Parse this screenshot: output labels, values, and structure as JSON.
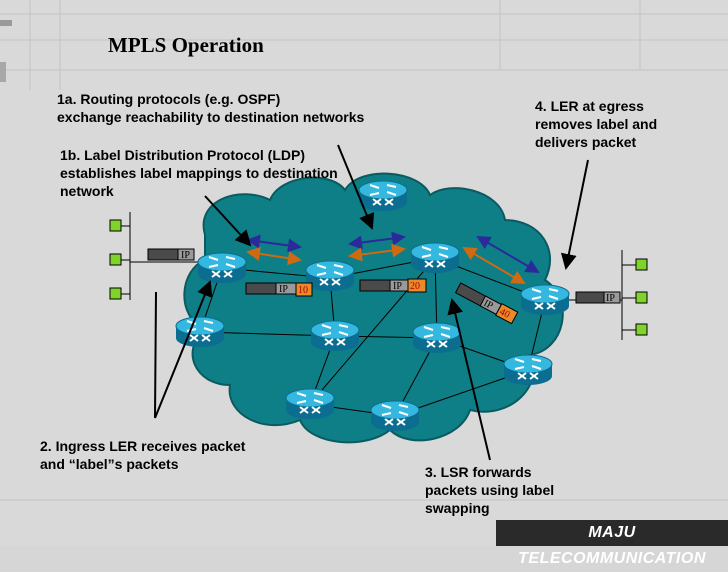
{
  "slide": {
    "title": "MPLS Operation",
    "step1a_line1": "1a.  Routing protocols (e.g. OSPF)",
    "step1a_line2": "exchange reachability to destination networks",
    "step1b_line1": "1b. Label Distribution Protocol (LDP)",
    "step1b_line2": "establishes label mappings to destination",
    "step1b_line3": "network",
    "step2_line1": "2. Ingress LER receives packet",
    "step2_line2": "and “label”s packets",
    "step3_line1": "3. LSR forwards",
    "step3_line2": "packets using label",
    "step3_line3": "swapping",
    "step4_line1": "4. LER at egress",
    "step4_line2": "removes label and",
    "step4_line3": "delivers packet",
    "brand": "MAJU TELECOMMUNICATION"
  },
  "packets": {
    "ingress_ip": "IP",
    "p1_ip": "IP",
    "p1_label": "10",
    "p2_ip": "IP",
    "p2_label": "20",
    "p3_ip": "IP",
    "p3_label": "40",
    "egress_ip": "IP"
  },
  "colors": {
    "cloud": "#0f7f86",
    "router": "#1aa6cf",
    "label_bg": "#e88a2a",
    "host": "#7fd32a"
  }
}
